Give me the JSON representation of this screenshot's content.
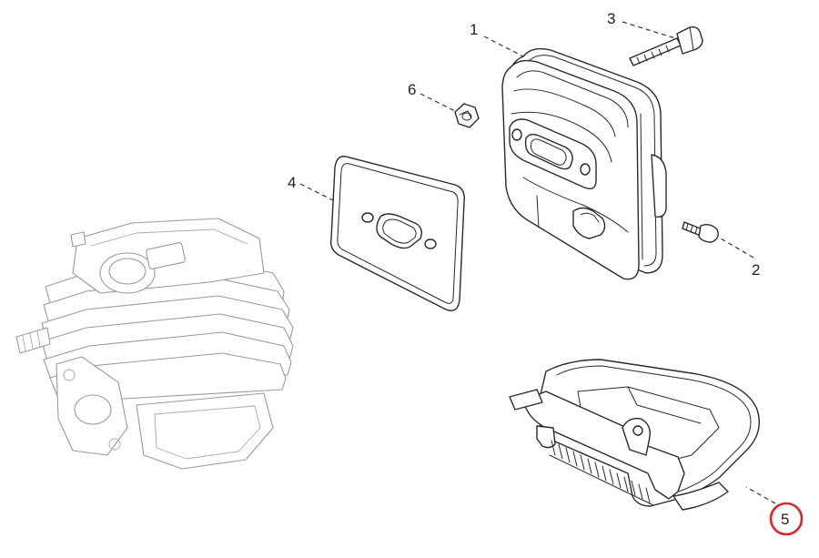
{
  "callouts": [
    {
      "id": "1",
      "label": "1"
    },
    {
      "id": "2",
      "label": "2"
    },
    {
      "id": "3",
      "label": "3"
    },
    {
      "id": "4",
      "label": "4"
    },
    {
      "id": "5",
      "label": "5",
      "highlighted": true
    },
    {
      "id": "6",
      "label": "6"
    }
  ],
  "colors": {
    "line": "#2a2a2a",
    "ghost_line": "#9a9a9a",
    "highlight": "#d9262c",
    "background": "#ffffff"
  }
}
